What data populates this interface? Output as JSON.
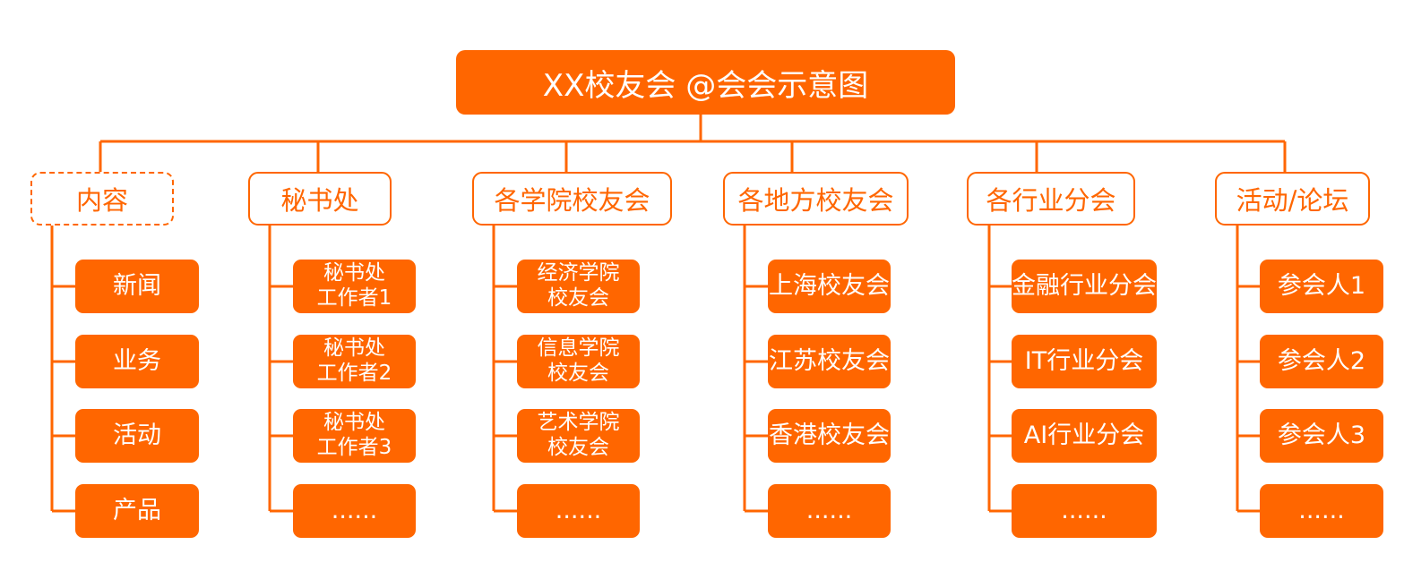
{
  "root": {
    "title": "XX校友会 @会会示意图"
  },
  "columns": [
    {
      "header": "内容",
      "dashed": true,
      "items": [
        "新闻",
        "业务",
        "活动",
        "产品"
      ]
    },
    {
      "header": "秘书处",
      "dashed": false,
      "items": [
        "秘书处\n工作者1",
        "秘书处\n工作者2",
        "秘书处\n工作者3",
        "......"
      ]
    },
    {
      "header": "各学院校友会",
      "dashed": false,
      "items": [
        "经济学院\n校友会",
        "信息学院\n校友会",
        "艺术学院\n校友会",
        "......"
      ]
    },
    {
      "header": "各地方校友会",
      "dashed": false,
      "items": [
        "上海校友会",
        "江苏校友会",
        "香港校友会",
        "......"
      ]
    },
    {
      "header": "各行业分会",
      "dashed": false,
      "items": [
        "金融行业分会",
        "IT行业分会",
        "AI行业分会",
        "......"
      ]
    },
    {
      "header": "活动/论坛",
      "dashed": false,
      "items": [
        "参会人1",
        "参会人2",
        "参会人3",
        "......"
      ]
    }
  ],
  "colors": {
    "accent": "#FF6600",
    "background": "#FFFFFF",
    "text_on_accent": "#FFFFFF"
  }
}
